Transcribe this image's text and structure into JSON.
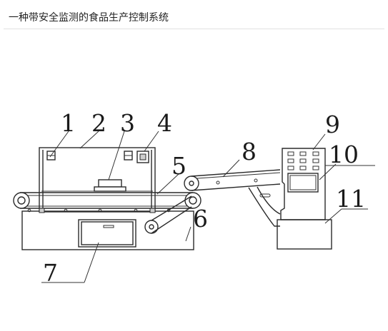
{
  "page": {
    "title": "一种带安全监测的食品生产控制系统"
  },
  "diagram": {
    "labels": [
      "1",
      "2",
      "3",
      "4",
      "5",
      "6",
      "7",
      "8",
      "9",
      "10",
      "11"
    ]
  }
}
